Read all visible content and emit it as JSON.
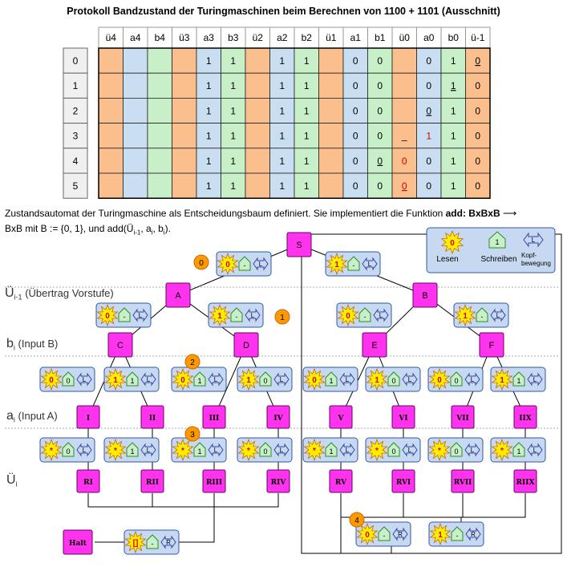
{
  "title": "Protokoll Bandzustand der Turingmaschinen beim Berechnen von 1100 + 1101 (Ausschnitt)",
  "tape": {
    "columns": [
      "ü4",
      "a4",
      "b4",
      "ü3",
      "a3",
      "b3",
      "ü2",
      "a2",
      "b2",
      "ü1",
      "a1",
      "b1",
      "ü0",
      "a0",
      "b0",
      "ü-1"
    ],
    "column_colors": [
      "#fbbf8e",
      "#c9dff1",
      "#c8f0c8",
      "#fbbf8e",
      "#c9dff1",
      "#c8f0c8",
      "#fbbf8e",
      "#c9dff1",
      "#c8f0c8",
      "#fbbf8e",
      "#c9dff1",
      "#c8f0c8",
      "#fbbf8e",
      "#c9dff1",
      "#c8f0c8",
      "#fbbf8e"
    ],
    "rows": [
      {
        "label": "0",
        "cells": [
          "",
          "",
          "",
          "",
          "1",
          "1",
          "",
          "1",
          "1",
          "",
          "0",
          "0",
          "",
          "0",
          "1",
          "0"
        ],
        "underline": [
          15
        ],
        "red": []
      },
      {
        "label": "1",
        "cells": [
          "",
          "",
          "",
          "",
          "1",
          "1",
          "",
          "1",
          "1",
          "",
          "0",
          "0",
          "",
          "0",
          "1",
          "0"
        ],
        "underline": [
          14
        ],
        "red": []
      },
      {
        "label": "2",
        "cells": [
          "",
          "",
          "",
          "",
          "1",
          "1",
          "",
          "1",
          "1",
          "",
          "0",
          "0",
          "",
          "0",
          "1",
          "0"
        ],
        "underline": [
          13
        ],
        "red": []
      },
      {
        "label": "3",
        "cells": [
          "",
          "",
          "",
          "",
          "1",
          "1",
          "",
          "1",
          "1",
          "",
          "0",
          "0",
          "_",
          "1",
          "1",
          "0"
        ],
        "underline": [],
        "red": [
          13
        ]
      },
      {
        "label": "4",
        "cells": [
          "",
          "",
          "",
          "",
          "1",
          "1",
          "",
          "1",
          "1",
          "",
          "0",
          "0",
          "0",
          "0",
          "1",
          "0"
        ],
        "underline": [
          11
        ],
        "red": [
          12
        ]
      },
      {
        "label": "5",
        "cells": [
          "",
          "",
          "",
          "",
          "1",
          "1",
          "",
          "1",
          "1",
          "",
          "0",
          "0",
          "0",
          "0",
          "1",
          "0"
        ],
        "underline": [
          12
        ],
        "red": [
          12
        ]
      }
    ]
  },
  "description": {
    "part1": "Zustandsautomat der Turingmaschine als Entscheidungsbaum definiert. Sie implementiert die Funktion ",
    "bold": "add: BxBxB",
    "arrow": "⟶",
    "part2": "BxB mit B := {0, 1}, und add(Ü",
    "sub1": "i-1",
    "part3": ", a",
    "sub2": "i",
    "part4": ", b",
    "sub3": "i",
    "part5": ")."
  },
  "legend": {
    "read": "Lesen",
    "write": "Schreiben",
    "move_line1": "Kopf-",
    "move_line2": "bewegung",
    "read_sym": "0",
    "write_sym": "1",
    "move_sym": "L"
  },
  "level_labels": [
    {
      "main": "Ü",
      "sub": "i-1",
      "tail": " (Übertrag Vorstufe)"
    },
    {
      "main": "b",
      "sub": "i",
      "tail": " (Input B)"
    },
    {
      "main": "a",
      "sub": "i",
      "tail": " (Input A)"
    },
    {
      "main": "Ü",
      "sub": "i",
      "tail": ""
    }
  ],
  "states": {
    "S": "S",
    "A": "A",
    "B": "B",
    "C": "C",
    "D": "D",
    "E": "E",
    "F": "F",
    "I": "I",
    "II": "II",
    "III": "III",
    "IV": "IV",
    "V": "V",
    "VI": "VI",
    "VII": "VII",
    "IIX": "IIX",
    "RI": "RI",
    "RII": "RII",
    "RIII": "RIII",
    "RIV": "RIV",
    "RV": "RV",
    "RVI": "RVI",
    "RVII": "RVII",
    "RIIX": "RIIX",
    "Halt": "Halt"
  },
  "transitions": [
    {
      "read": "0",
      "write": "-",
      "move": "L"
    },
    {
      "read": "1",
      "write": "-",
      "move": "L"
    },
    {
      "read": "0",
      "write": "-",
      "move": "L"
    },
    {
      "read": "1",
      "write": "-",
      "move": "L"
    },
    {
      "read": "0",
      "write": "-",
      "move": "L"
    },
    {
      "read": "1",
      "write": "-",
      "move": "L"
    },
    {
      "read": "0",
      "write": "0",
      "move": "L"
    },
    {
      "read": "1",
      "write": "1",
      "move": "L"
    },
    {
      "read": "0",
      "write": "1",
      "move": "L"
    },
    {
      "read": "1",
      "write": "0",
      "move": "L"
    },
    {
      "read": "0",
      "write": "1",
      "move": "L"
    },
    {
      "read": "1",
      "write": "0",
      "move": "L"
    },
    {
      "read": "0",
      "write": "0",
      "move": "L"
    },
    {
      "read": "1",
      "write": "1",
      "move": "L"
    },
    {
      "read": "*",
      "write": "0",
      "move": "L"
    },
    {
      "read": "*",
      "write": "1",
      "move": "L"
    },
    {
      "read": "*",
      "write": "1",
      "move": "L"
    },
    {
      "read": "*",
      "write": "0",
      "move": "L"
    },
    {
      "read": "*",
      "write": "1",
      "move": "L"
    },
    {
      "read": "*",
      "write": "0",
      "move": "L"
    },
    {
      "read": "*",
      "write": "0",
      "move": "L"
    },
    {
      "read": "*",
      "write": "1",
      "move": "L"
    },
    {
      "read": "0",
      "write": "-",
      "move": "R"
    },
    {
      "read": "1",
      "write": "-",
      "move": "R"
    },
    {
      "read": "[]",
      "write": "-",
      "move": "R"
    }
  ],
  "step_badges": [
    "0",
    "1",
    "2",
    "3",
    "4"
  ]
}
